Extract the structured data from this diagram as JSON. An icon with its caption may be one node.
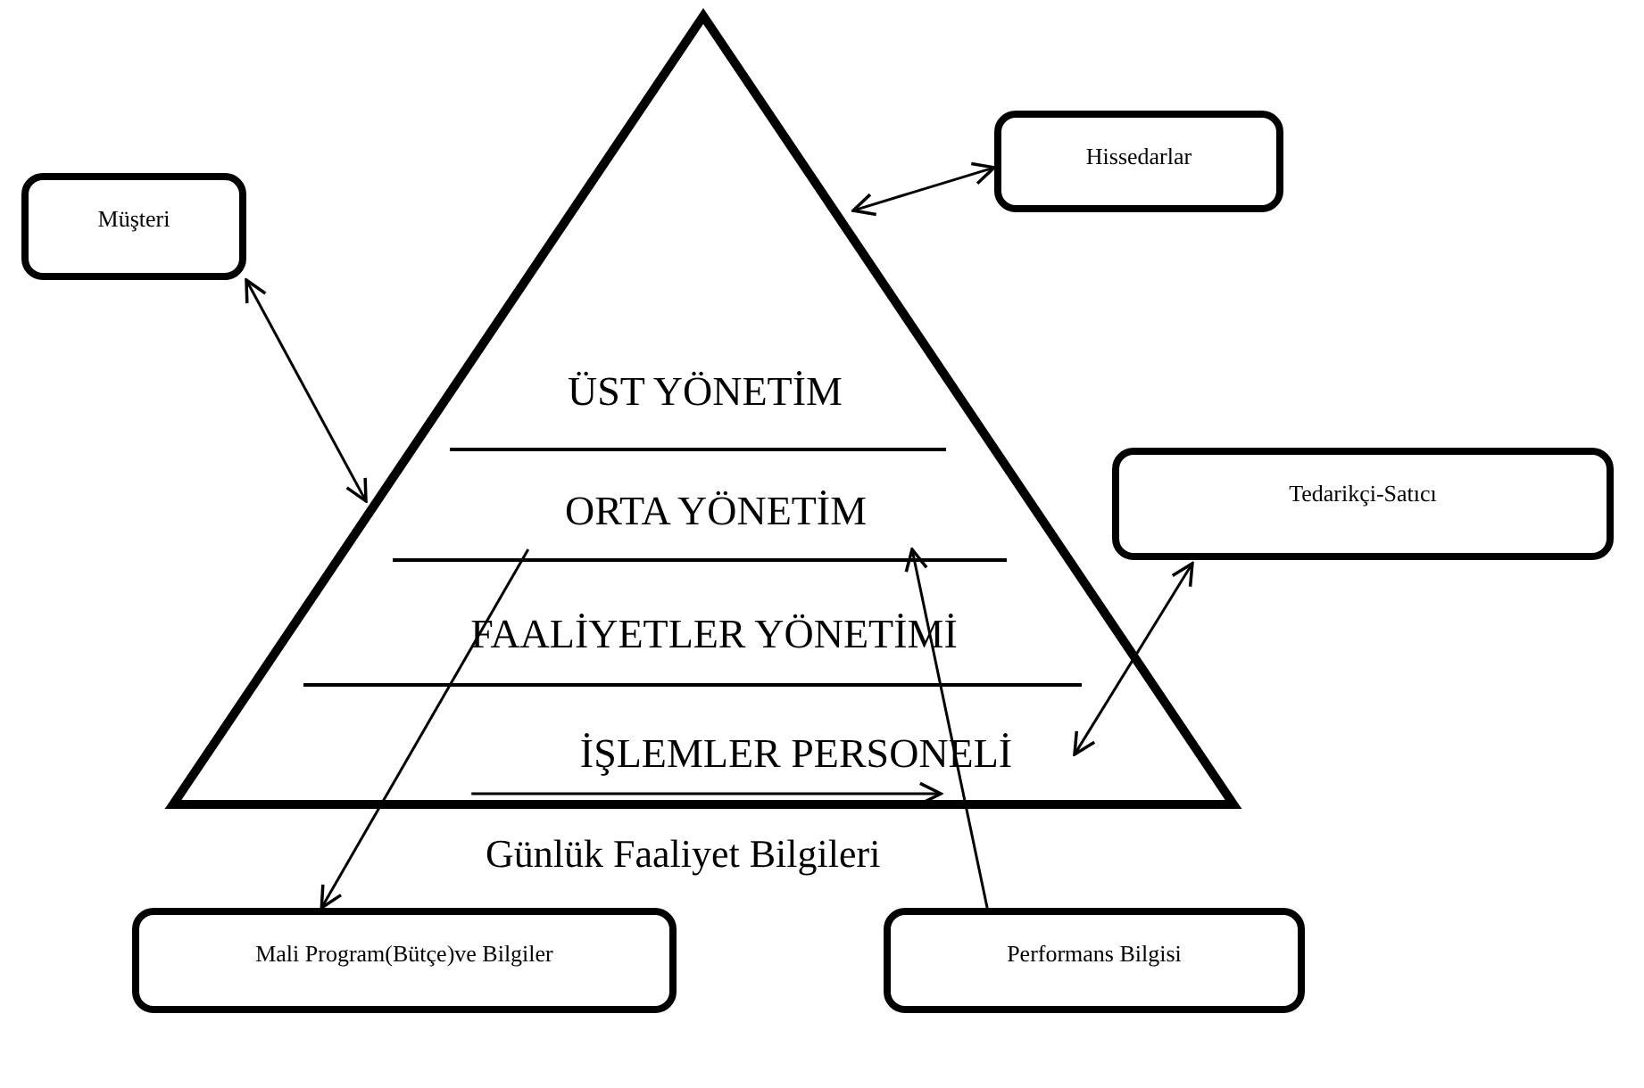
{
  "diagram": {
    "nodes": [
      {
        "text": [],
        "shape": "triangle"
      },
      {
        "text": [
          "ÜST YÖNETİM"
        ],
        "in": 0
      },
      {
        "text": [
          "ORTA YÖNETİM"
        ],
        "in": 0
      },
      {
        "text": [
          "FAALİYETLER YÖNETİMİ"
        ],
        "in": 0
      },
      {
        "text": [
          "İŞLEMLER PERSONELİ"
        ],
        "in": 0
      },
      {
        "text": [
          "Müşteri"
        ]
      },
      {
        "text": [
          "Hissedarlar"
        ]
      },
      {
        "text": [
          "Tedarikçi-Satıcı"
        ]
      },
      {
        "text": [
          "Mali Program(Bütçe)ve Bilgiler"
        ]
      },
      {
        "text": [
          "Performans Bilgisi"
        ]
      }
    ],
    "edges": [
      {
        "from": 5,
        "to": 0,
        "arrow": "both"
      },
      {
        "from": 6,
        "to": 0,
        "arrow": "both"
      },
      {
        "from": 7,
        "to": 4,
        "arrow": "both"
      },
      {
        "from": 2,
        "to": 8,
        "arrow": "to"
      },
      {
        "from": 9,
        "to": 2,
        "arrow": "to"
      },
      {
        "from": null,
        "to": 4,
        "arrow": "to"
      }
    ],
    "labels": [
      "Günlük Faaliyet Bilgileri"
    ]
  }
}
